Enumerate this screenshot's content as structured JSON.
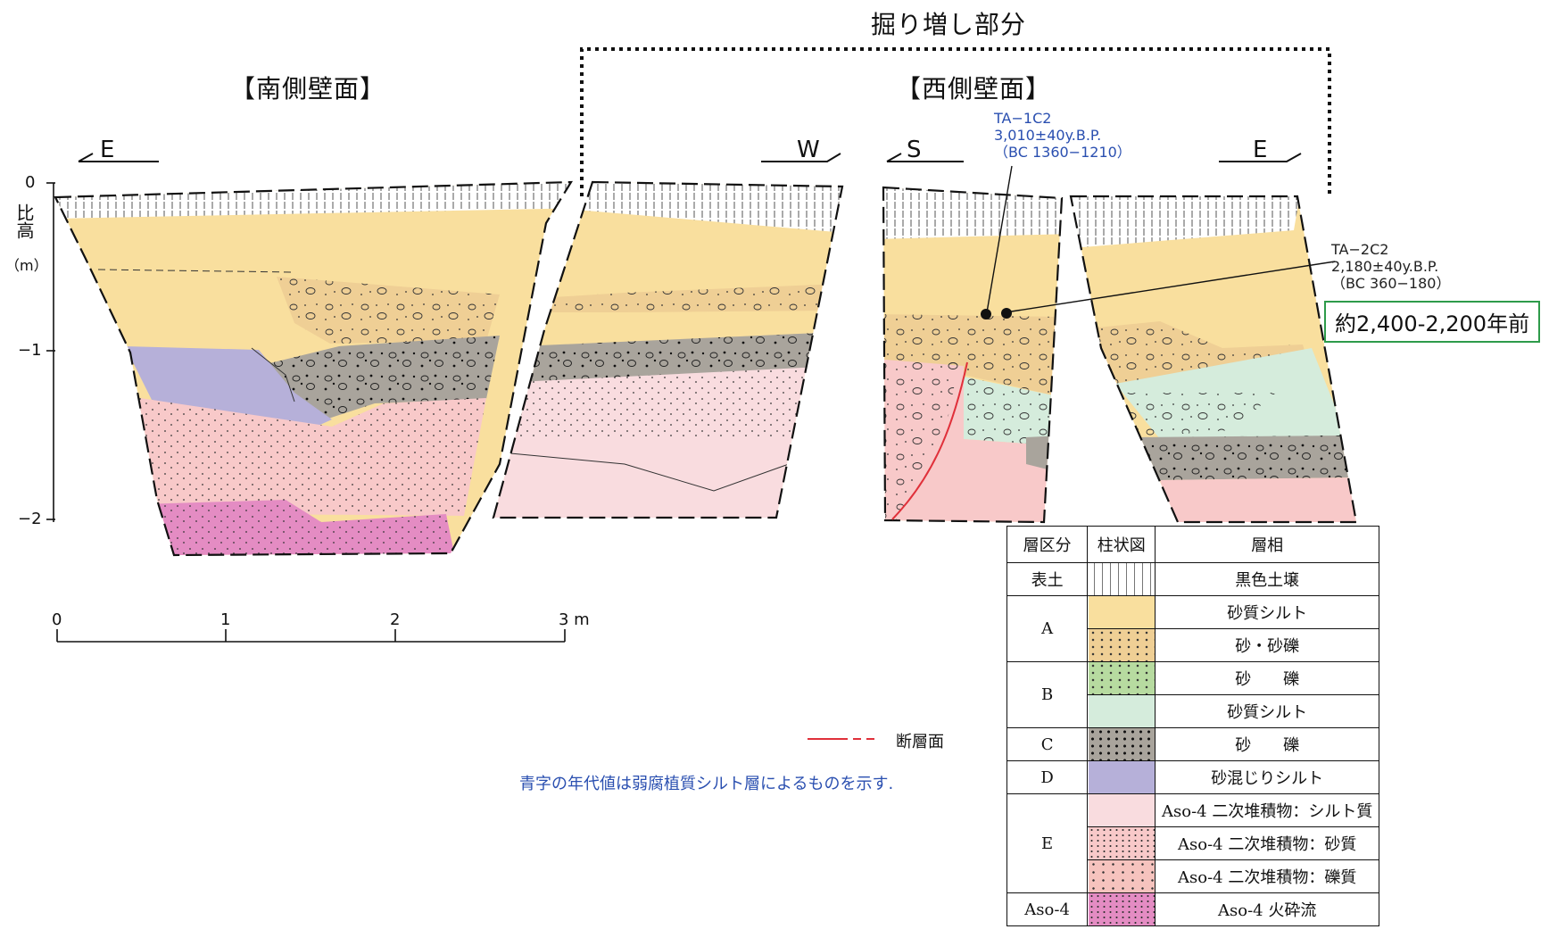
{
  "header": {
    "extension_label": "掘り増し部分"
  },
  "walls": {
    "south_title": "【南側壁面】",
    "west_title": "【西側壁面】"
  },
  "directions": {
    "south_left": "E",
    "south_right": "W",
    "west_left": "S",
    "west_right": "E"
  },
  "elevation_axis": {
    "label": "比高",
    "unit": "（m）",
    "ticks": [
      "0",
      "−1",
      "−2"
    ]
  },
  "scale_bar": {
    "ticks": [
      "0",
      "1",
      "2",
      "3 m"
    ]
  },
  "samples": [
    {
      "id": "TA−1C2",
      "age": "3,010±40y.B.P.",
      "cal": "（BC 1360−1210）",
      "color": "#2a4fb0"
    },
    {
      "id": "TA−2C2",
      "age": "2,180±40y.B.P.",
      "cal": "（BC 360−180）",
      "color": "#222222"
    }
  ],
  "age_estimate": "約2,400-2,200年前",
  "fault_legend": "断層面",
  "note": "青字の年代値は弱腐植質シルト層によるものを示す.",
  "legend": {
    "headers": [
      "層区分",
      "柱状図",
      "層相"
    ],
    "groups": [
      {
        "division": "表土",
        "rows": [
          {
            "facies": "黒色土壌",
            "swatch": "vertical-hatch",
            "color": "#ffffff"
          }
        ]
      },
      {
        "division": "A",
        "rows": [
          {
            "facies": "砂質シルト",
            "swatch": "plain",
            "color": "#f9df9e"
          },
          {
            "facies": "砂・砂礫",
            "swatch": "gravel",
            "color": "#efcf95"
          }
        ]
      },
      {
        "division": "B",
        "rows": [
          {
            "facies": "砂　　礫",
            "swatch": "gravel",
            "color": "#b7dba0"
          },
          {
            "facies": "砂質シルト",
            "swatch": "plain",
            "color": "#d5ecdc"
          }
        ]
      },
      {
        "division": "C",
        "rows": [
          {
            "facies": "砂　　礫",
            "swatch": "gravel",
            "color": "#a9a49c"
          }
        ]
      },
      {
        "division": "D",
        "rows": [
          {
            "facies": "砂混じりシルト",
            "swatch": "plain",
            "color": "#b6b0d9"
          }
        ]
      },
      {
        "division": "E",
        "rows": [
          {
            "facies": "Aso-4 二次堆積物：シルト質",
            "swatch": "plain",
            "color": "#f9dcdf"
          },
          {
            "facies": "Aso-4 二次堆積物：砂質",
            "swatch": "dots",
            "color": "#f8c9c9"
          },
          {
            "facies": "Aso-4 二次堆積物：礫質",
            "swatch": "gravel",
            "color": "#f6c3be"
          }
        ]
      },
      {
        "division": "Aso-4",
        "rows": [
          {
            "facies": "Aso-4 火砕流",
            "swatch": "dots",
            "color": "#e48cc3"
          }
        ]
      }
    ]
  },
  "colors": {
    "topsoil": "#ffffff",
    "A_silt": "#f9df9e",
    "A_gravel": "#efcf95",
    "B_silt": "#d5ecdc",
    "C": "#a9a49c",
    "D": "#b6b0d9",
    "E_silt": "#f9dcdf",
    "E_sand": "#f8c9c9",
    "aso4": "#e48cc3",
    "fault": "#e0303a",
    "age_box": "#2e9b4a",
    "note_blue": "#2a4fb0"
  }
}
